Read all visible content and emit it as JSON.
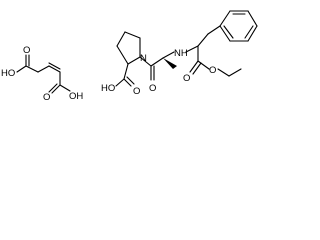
{
  "structure": {
    "maleic_acid": {
      "labels": [
        "HO",
        "O",
        "O",
        "OH"
      ]
    },
    "enalapril": {
      "labels": [
        "N",
        "HO",
        "O",
        "O",
        "NH",
        "O",
        "O"
      ]
    }
  }
}
